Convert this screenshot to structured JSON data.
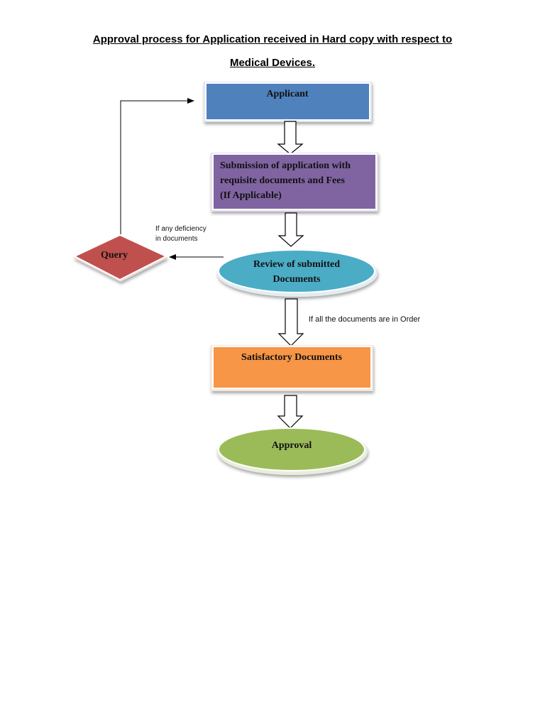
{
  "title": {
    "line1": "Approval process for Application received in Hard copy with respect to",
    "line2": "Medical Devices."
  },
  "nodes": {
    "applicant": {
      "label": "Applicant",
      "color": "#4f81bd"
    },
    "submission": {
      "lines": [
        "Submission of application with",
        "requisite documents and Fees",
        "(If Applicable)"
      ],
      "color": "#8064a2"
    },
    "review": {
      "lines": [
        "Review of submitted",
        "Documents"
      ],
      "color": "#4bacc6"
    },
    "query": {
      "label": "Query",
      "color": "#c0504d"
    },
    "satisfactory": {
      "label": "Satisfactory Documents",
      "color": "#f79646"
    },
    "approval": {
      "label": "Approval",
      "color": "#9bbb59"
    }
  },
  "notes": {
    "deficiency": [
      "If any deficiency",
      "in documents"
    ],
    "in_order": "If all the documents are in Order"
  }
}
